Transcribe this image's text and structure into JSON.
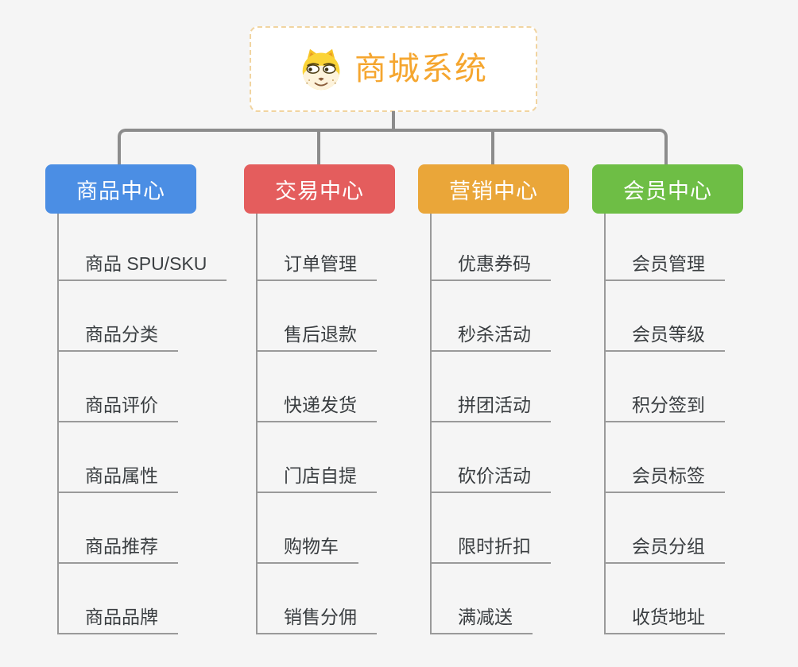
{
  "root": {
    "title": "商城系统",
    "icon": "dog-face-icon"
  },
  "branches": [
    {
      "label": "商品中心",
      "color": "#4b8ee4",
      "children": [
        "商品 SPU/SKU",
        "商品分类",
        "商品评价",
        "商品属性",
        "商品推荐",
        "商品品牌"
      ]
    },
    {
      "label": "交易中心",
      "color": "#e45d5d",
      "children": [
        "订单管理",
        "售后退款",
        "快递发货",
        "门店自提",
        "购物车",
        "销售分佣"
      ]
    },
    {
      "label": "营销中心",
      "color": "#eaa639",
      "children": [
        "优惠券码",
        "秒杀活动",
        "拼团活动",
        "砍价活动",
        "限时折扣",
        "满减送"
      ]
    },
    {
      "label": "会员中心",
      "color": "#6ebe45",
      "children": [
        "会员管理",
        "会员等级",
        "积分签到",
        "会员标签",
        "会员分组",
        "收货地址"
      ]
    }
  ],
  "colors": {
    "background": "#f5f5f5",
    "connector": "#8c8c8c",
    "leaf_line": "#9a9a9a",
    "leaf_text": "#3a3e41",
    "root_title": "#f5a62f",
    "root_border": "#f1d4a0"
  }
}
